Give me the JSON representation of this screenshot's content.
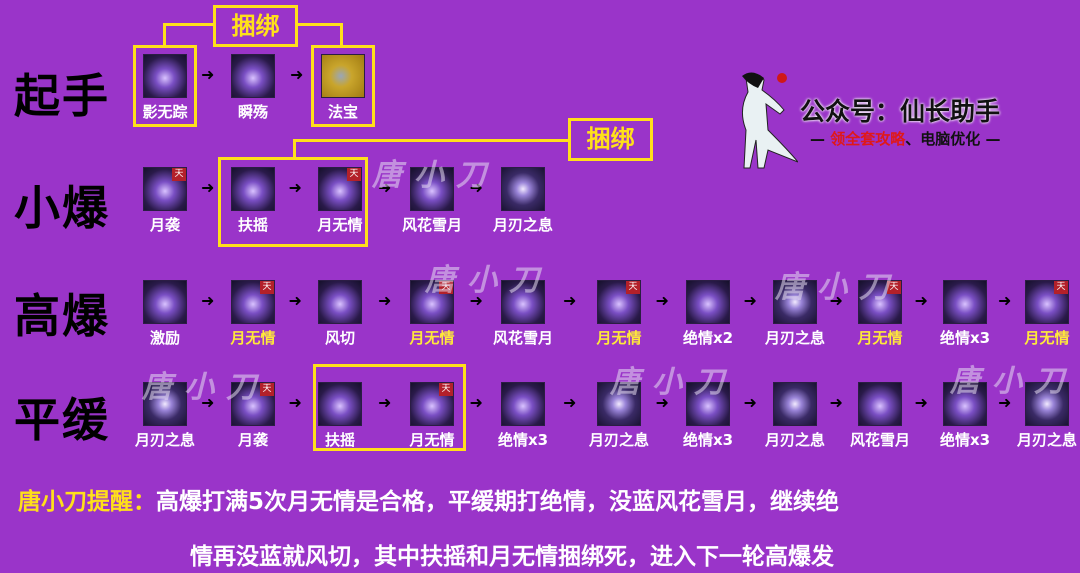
{
  "rows": [
    {
      "title": "起手",
      "skills": [
        {
          "name": "影无踪"
        },
        {
          "name": "瞬殇"
        },
        {
          "name": "法宝",
          "gold": true
        }
      ]
    },
    {
      "title": "小爆",
      "skills": [
        {
          "name": "月袭",
          "badge": true
        },
        {
          "name": "扶摇"
        },
        {
          "name": "月无情",
          "badge": true
        },
        {
          "name": "风花雪月"
        },
        {
          "name": "月刃之息",
          "moon": true
        }
      ]
    },
    {
      "title": "高爆",
      "skills": [
        {
          "name": "激励"
        },
        {
          "name": "月无情",
          "badge": true,
          "hl": true
        },
        {
          "name": "风切"
        },
        {
          "name": "月无情",
          "badge": true,
          "hl": true
        },
        {
          "name": "风花雪月"
        },
        {
          "name": "月无情",
          "badge": true,
          "hl": true
        },
        {
          "name": "绝情x2"
        },
        {
          "name": "月刃之息",
          "moon": true
        },
        {
          "name": "月无情",
          "badge": true,
          "hl": true
        },
        {
          "name": "绝情x3"
        },
        {
          "name": "月无情",
          "badge": true,
          "hl": true
        }
      ]
    },
    {
      "title": "平缓",
      "skills": [
        {
          "name": "月刃之息",
          "moon": true
        },
        {
          "name": "月袭",
          "badge": true
        },
        {
          "name": "扶摇"
        },
        {
          "name": "月无情",
          "badge": true
        },
        {
          "name": "绝情x3"
        },
        {
          "name": "月刃之息",
          "moon": true
        },
        {
          "name": "绝情x3"
        },
        {
          "name": "月刃之息",
          "moon": true
        },
        {
          "name": "风花雪月"
        },
        {
          "name": "绝情x3"
        },
        {
          "name": "月刃之息",
          "moon": true
        }
      ]
    }
  ],
  "badge_text": "天",
  "bind_label": "捆绑",
  "watermark": "唐小刀",
  "promo": {
    "title": "公众号：仙长助手",
    "sub_dash": "—",
    "sub_red": "领全套攻略",
    "sub_rest": "、电脑优化"
  },
  "reminder": {
    "prefix": "唐小刀提醒：",
    "line1": "高爆打满5次月无情是合格，平缓期打绝情，没蓝风花雪月，继续绝",
    "line2": "情再没蓝就风切，其中扶摇和月无情捆绑死，进入下一轮高爆发"
  },
  "colors": {
    "background": "#9a34c9",
    "highlight": "#ffe01a"
  }
}
